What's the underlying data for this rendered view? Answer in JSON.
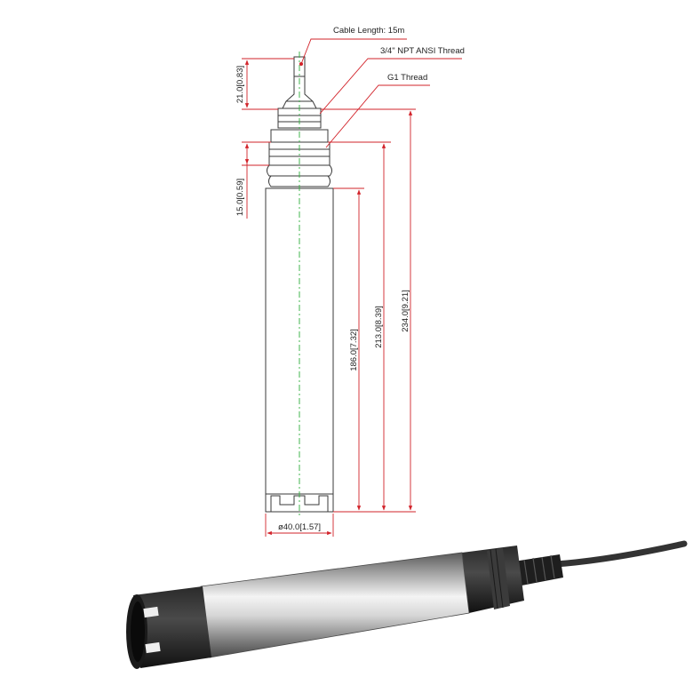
{
  "callouts": {
    "cable_length": "Cable Length: 15m",
    "npt_thread": "3/4\" NPT ANSI Thread",
    "g1_thread": "G1 Thread"
  },
  "dimensions": {
    "cable_top": "21.0[0.83]",
    "thread_section": "15.0[0.59]",
    "body_length": "186.0[7.32]",
    "mid_length": "213.0[8.39]",
    "total_length": "234.0[9.21]",
    "diameter": "ø40.0[1.57]"
  },
  "colors": {
    "dimension_line": "#d2232a",
    "outline": "#3a3a3a",
    "centerline": "#2fae3c"
  }
}
